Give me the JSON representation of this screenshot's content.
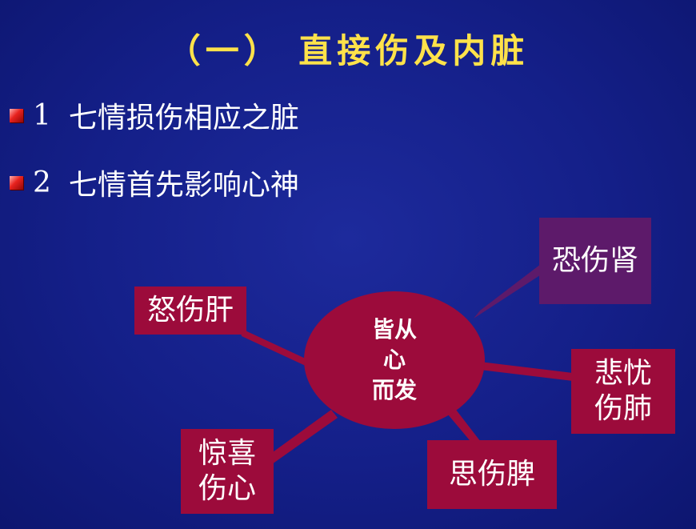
{
  "title": "（一） 直接伤及内脏",
  "bullets": [
    {
      "number": "1",
      "text": "七情损伤相应之脏"
    },
    {
      "number": "2",
      "text": "七情首先影响心神"
    }
  ],
  "center": {
    "lines": [
      "皆从",
      "心",
      "而发"
    ]
  },
  "nodes": {
    "kidney": {
      "lines": [
        "恐伤肾"
      ]
    },
    "liver": {
      "lines": [
        "怒伤肝"
      ]
    },
    "lung": {
      "lines": [
        "悲忧",
        "伤肺"
      ]
    },
    "heart": {
      "lines": [
        "惊喜",
        "伤心"
      ]
    },
    "spleen": {
      "lines": [
        "思伤脾"
      ]
    }
  },
  "colors": {
    "title": "#ffe24a",
    "background": "#141f88",
    "node_red": "#9c0b3b",
    "node_purple": "#5d1a6a"
  }
}
